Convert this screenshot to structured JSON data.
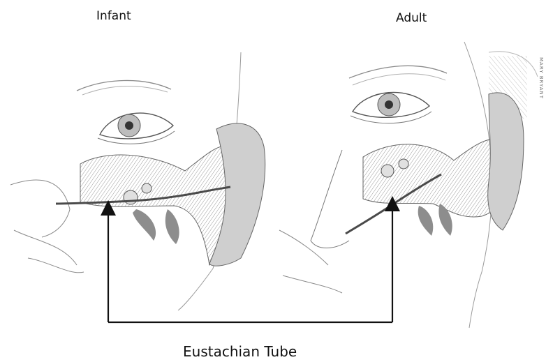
{
  "labels": {
    "infant": "Infant",
    "adult": "Adult",
    "eustachian_tube": "Eustachian Tube",
    "credit": "MARY BRYANT"
  },
  "colors": {
    "ink": "#111111",
    "pencil": "#8a8a8a",
    "shade": "#6e6e6e",
    "tube": "#4a4a4a"
  }
}
